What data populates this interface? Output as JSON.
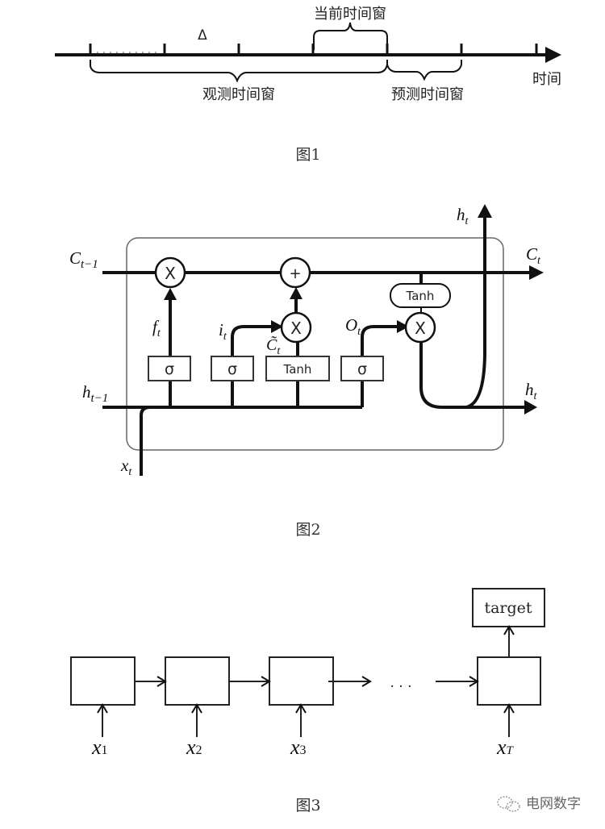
{
  "figure1": {
    "caption": "图1",
    "delta_label": "Δ",
    "current_window_label": "当前时间窗",
    "observation_window_label": "观测时间窗",
    "prediction_window_label": "预测时间窗",
    "axis_label": "时间"
  },
  "figure2": {
    "caption": "图2",
    "labels": {
      "c_prev": "C",
      "c_prev_sub": "t−1",
      "h_prev": "h",
      "h_prev_sub": "t−1",
      "x_t": "x",
      "x_t_sub": "t",
      "c_t": "C",
      "c_t_sub": "t",
      "h_t_top": "h",
      "h_t_top_sub": "t",
      "h_t_right": "h",
      "h_t_right_sub": "t",
      "f_t": "f",
      "f_t_sub": "t",
      "i_t": "i",
      "i_t_sub": "t",
      "c_tilde": "C̃",
      "c_tilde_sub": "t",
      "o_t": "O",
      "o_t_sub": "t"
    },
    "ops": {
      "forget_mult": "X",
      "add": "+",
      "input_mult": "X",
      "output_mult": "X"
    },
    "gates": [
      "σ",
      "σ",
      "Tanh",
      "σ"
    ],
    "output_tanh": "Tanh"
  },
  "figure3": {
    "caption": "图3",
    "target_label": "target",
    "ellipsis": "· · ·",
    "inputs": [
      {
        "base": "x",
        "sub": "1"
      },
      {
        "base": "x",
        "sub": "2"
      },
      {
        "base": "x",
        "sub": "3"
      },
      {
        "base": "x",
        "sub": "T"
      }
    ]
  },
  "watermark": {
    "icon": "wechat-icon",
    "text": "电网数字"
  }
}
